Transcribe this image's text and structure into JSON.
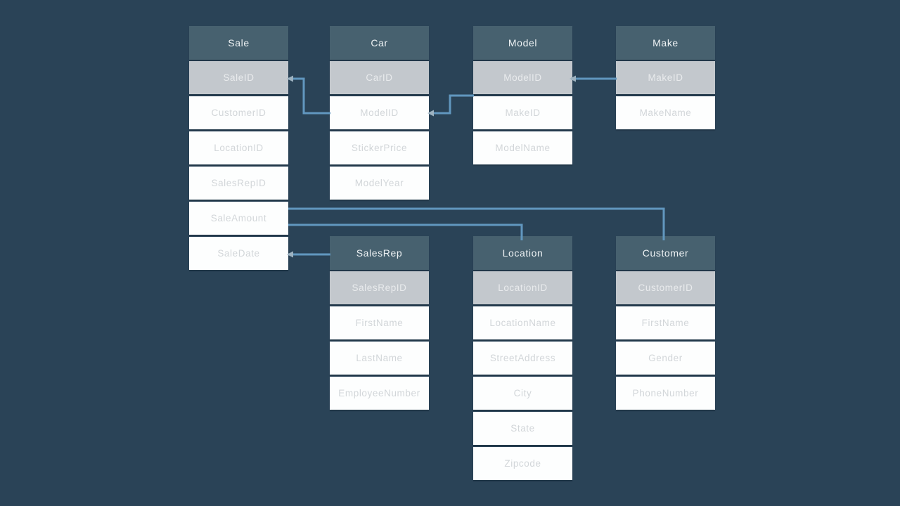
{
  "diagram": {
    "type": "entity-relationship-schema",
    "colors": {
      "bg": "#2a4357",
      "header-bg": "#47616f",
      "key-bg": "#c3c8cd",
      "row-bg": "#fdfefe",
      "header-text": "#eef2f4",
      "key-text": "#e9ebed",
      "row-text": "#d2d6d9",
      "line": "#6197bf",
      "arrow": "#9db2c0"
    },
    "tables": [
      {
        "title": "Sale",
        "key": "SaleID",
        "fields": [
          "CustomerID",
          "LocationID",
          "SalesRepID",
          "SaleAmount",
          "SaleDate"
        ]
      },
      {
        "title": "Car",
        "key": "CarID",
        "fields": [
          "ModelID",
          "StickerPrice",
          "ModelYear"
        ]
      },
      {
        "title": "Model",
        "key": "ModelID",
        "fields": [
          "MakeID",
          "ModelName"
        ]
      },
      {
        "title": "Make",
        "key": "MakeID",
        "fields": [
          "MakeName"
        ]
      },
      {
        "title": "SalesRep",
        "key": "SalesRepID",
        "fields": [
          "FirstName",
          "LastName",
          "EmployeeNumber"
        ]
      },
      {
        "title": "Location",
        "key": "LocationID",
        "fields": [
          "LocationName",
          "StreetAddress",
          "City",
          "State",
          "Zipcode"
        ]
      },
      {
        "title": "Customer",
        "key": "CustomerID",
        "fields": [
          "FirstName",
          "Gender",
          "PhoneNumber"
        ]
      }
    ],
    "relationships": [
      {
        "from": "Sale.SaleID",
        "to": "Car.ModelID"
      },
      {
        "from": "Car.ModelID",
        "to": "Model.ModelID"
      },
      {
        "from": "Make.MakeID",
        "to": "Model.ModelID"
      },
      {
        "from": "Sale.SaleAmount",
        "to": "Customer"
      },
      {
        "from": "Sale.SaleAmount",
        "to": "Location"
      },
      {
        "from": "Sale.SaleDate",
        "to": "SalesRep"
      }
    ]
  }
}
